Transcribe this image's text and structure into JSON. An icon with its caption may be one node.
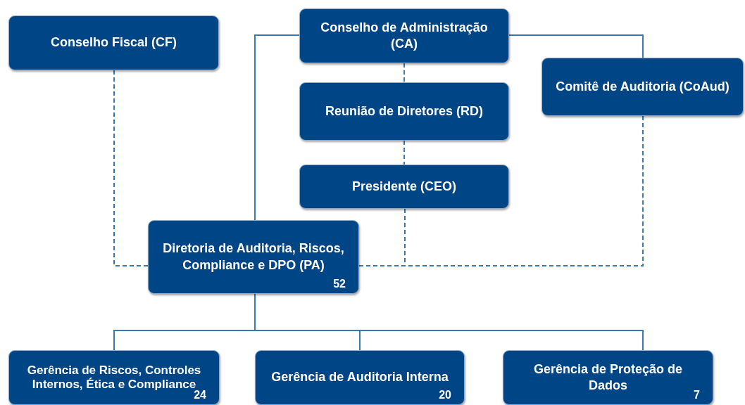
{
  "diagram": {
    "nodes": [
      {
        "text": [
          "Conselho Fiscal (CF)"
        ]
      },
      {
        "text": [
          "Conselho de Administração (CA)"
        ]
      },
      {
        "text": [
          "Comitê de Auditoria (CoAud)"
        ]
      },
      {
        "text": [
          "Reunião de Diretores (RD)"
        ]
      },
      {
        "text": [
          "Presidente (CEO)"
        ]
      },
      {
        "text": [
          "Diretoria de Auditoria, Riscos, Compliance e DPO (PA)",
          "52"
        ]
      },
      {
        "text": [
          "Gerência de Riscos, Controles Internos, Ética e Compliance",
          "24"
        ]
      },
      {
        "text": [
          "Gerência de Auditoria Interna",
          "20"
        ]
      },
      {
        "text": [
          "Gerência de Proteção de Dados",
          "7"
        ]
      }
    ],
    "edges": [
      {
        "from": 1,
        "to": 5,
        "arrow": "none"
      },
      {
        "from": 1,
        "to": 2,
        "arrow": "none"
      },
      {
        "from": 1,
        "to": 3,
        "arrow": "none",
        "style": "dashed"
      },
      {
        "from": 3,
        "to": 4,
        "arrow": "none",
        "style": "dashed"
      },
      {
        "from": 0,
        "to": 5,
        "arrow": "none",
        "style": "dashed"
      },
      {
        "from": 4,
        "to": 5,
        "arrow": "none",
        "style": "dashed"
      },
      {
        "from": 2,
        "to": 5,
        "arrow": "none",
        "style": "dashed"
      },
      {
        "from": 5,
        "to": 6,
        "arrow": "none"
      },
      {
        "from": 5,
        "to": 7,
        "arrow": "none"
      },
      {
        "from": 5,
        "to": 8,
        "arrow": "none"
      }
    ]
  }
}
